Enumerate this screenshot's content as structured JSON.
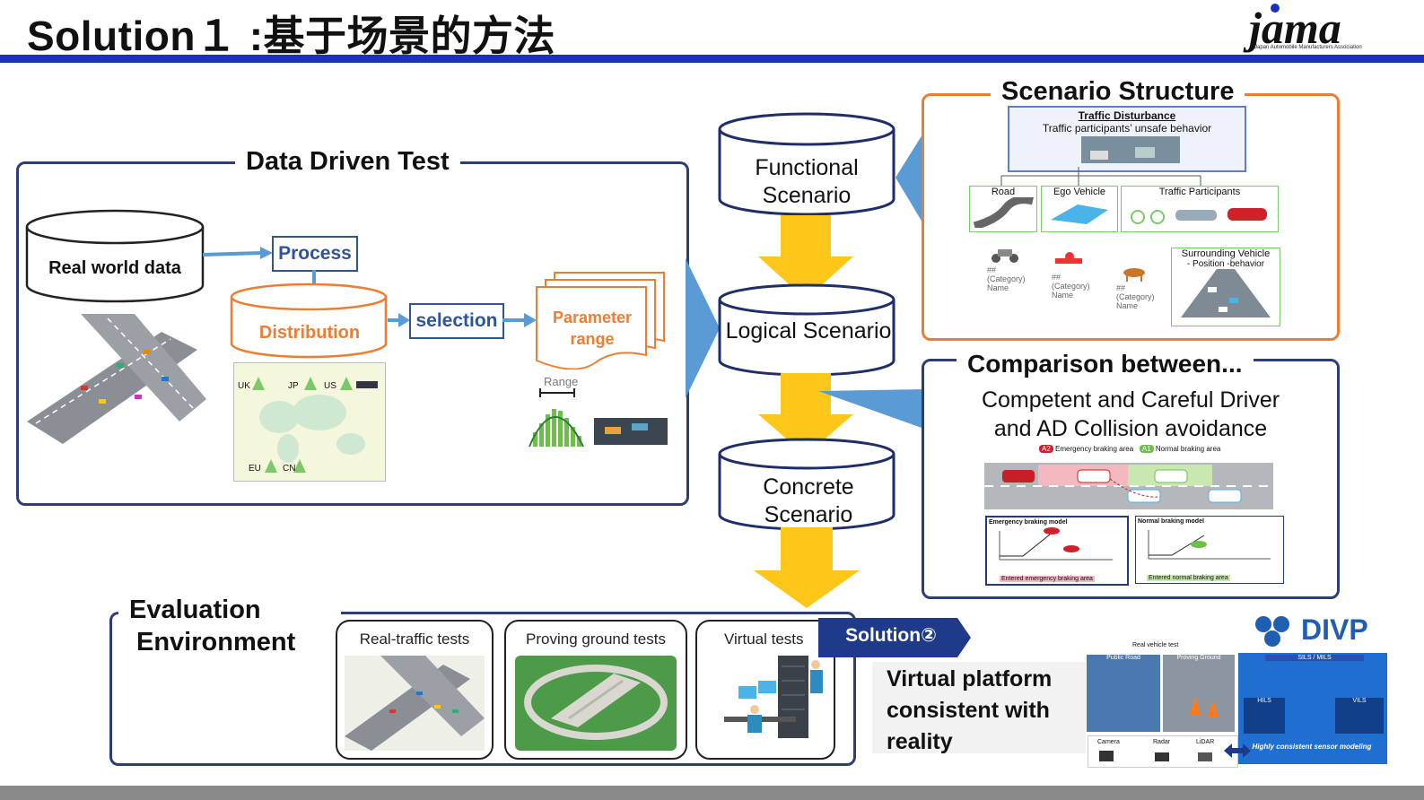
{
  "header": {
    "title": "Solution１ :基于场景的方法",
    "logo_text": "jama",
    "logo_subtext": "Japan Automobile Manufacturers Association"
  },
  "data_driven_test": {
    "title": "Data Driven Test",
    "real_world_data": "Real world data",
    "process": "Process",
    "distribution": "Distribution",
    "selection": "selection",
    "parameter_range": "Parameter range",
    "range_label": "Range",
    "map_regions": [
      "UK",
      "JP",
      "US",
      "EU",
      "CN"
    ]
  },
  "scenario_flow": {
    "functional": "Functional Scenario",
    "logical": "Logical Scenario",
    "concrete": "Concrete Scenario"
  },
  "scenario_structure": {
    "title": "Scenario Structure",
    "top_title": "Traffic Disturbance",
    "top_subtitle": "Traffic participants’ unsafe behavior",
    "road": "Road",
    "ego_vehicle": "Ego Vehicle",
    "traffic_participants": "Traffic Participants",
    "surrounding_vehicle": "Surrounding Vehicle",
    "surrounding_sub": "- Position -behavior",
    "category_label": "##\n(Category)\nName"
  },
  "comparison": {
    "title": "Comparison between...",
    "line1": "Competent and Careful Driver",
    "line2": "and AD Collision avoidance",
    "a2_label": "A2",
    "a2_text": "Emergency braking area",
    "a1_label": "A1",
    "a1_text": "Normal braking area",
    "emergency_model": "Emergency braking model",
    "normal_model": "Normal braking model",
    "emergency_entered": "Entered emergency braking area",
    "normal_entered": "Entered normal braking area"
  },
  "evaluation": {
    "title_line1": "Evaluation",
    "title_line2": "Environment",
    "real_traffic": "Real-traffic tests",
    "proving_ground": "Proving ground tests",
    "virtual": "Virtual tests"
  },
  "solution2": {
    "label": "Solution②",
    "text": "Virtual platform consistent with reality",
    "divp": "DIVP",
    "real_vehicle_test": "Real vehicle test",
    "public_road": "Public Road",
    "proving_ground": "Proving Ground",
    "sils": "SILS / MILS",
    "hils": "HILS",
    "vils": "VILS",
    "camera": "Camera",
    "radar": "Radar",
    "lidar": "LiDAR",
    "sensor_modeling": "Highly consistent sensor modeling"
  },
  "colors": {
    "brand_blue": "#1c2fc4",
    "panel_border": "#2d3e73",
    "orange": "#ef7d31",
    "arrow_yellow": "#ffc61a",
    "light_blue": "#5b9bd5"
  }
}
